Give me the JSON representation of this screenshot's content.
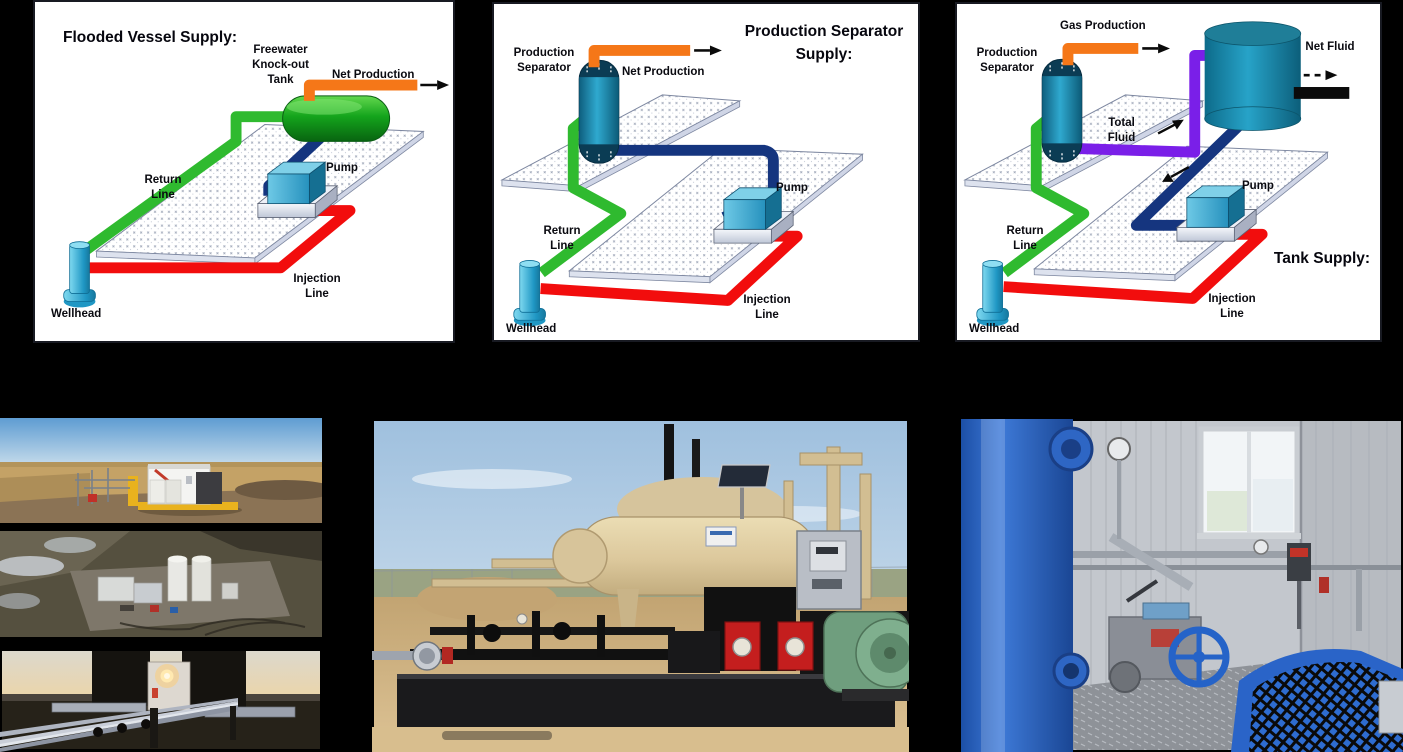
{
  "slide": {
    "panels": [
      {
        "id": "flooded-vessel-supply",
        "title": "Flooded Vessel Supply:",
        "labels": {
          "vessel": "Freewater Knock-out Tank",
          "net_production": "Net Production",
          "return_line": "Return Line",
          "pump": "Pump",
          "injection_line": "Injection Line",
          "wellhead": "Wellhead"
        }
      },
      {
        "id": "production-separator-supply",
        "title": "Production Separator Supply:",
        "labels": {
          "separator": "Production Separator",
          "net_production": "Net Production",
          "return_line": "Return Line",
          "pump": "Pump",
          "injection_line": "Injection Line",
          "wellhead": "Wellhead"
        }
      },
      {
        "id": "tank-supply",
        "title": "Tank Supply:",
        "labels": {
          "separator": "Production Separator",
          "gas_production": "Gas Production",
          "total_fluid": "Total Fluid",
          "net_fluid": "Net Fluid",
          "return_line": "Return Line",
          "pump": "Pump",
          "injection_line": "Injection Line",
          "wellhead": "Wellhead"
        }
      }
    ],
    "colors": {
      "background": "#000000",
      "panel_background": "#FFFFFF",
      "return_line_green": "#2FBA2F",
      "injection_line_red": "#F20D0D",
      "suction_line_navy": "#15357F",
      "production_line_orange": "#F57718",
      "total_fluid_purple": "#7A1FE8",
      "net_fluid_black": "#0B0B0B",
      "wellhead_cyan": "#29A8D8",
      "knockout_vessel_green": "#12A01E",
      "separator_teal": "#1489AC",
      "tank_teal": "#1791B4",
      "pump_blue": "#2E9BC4"
    }
  }
}
